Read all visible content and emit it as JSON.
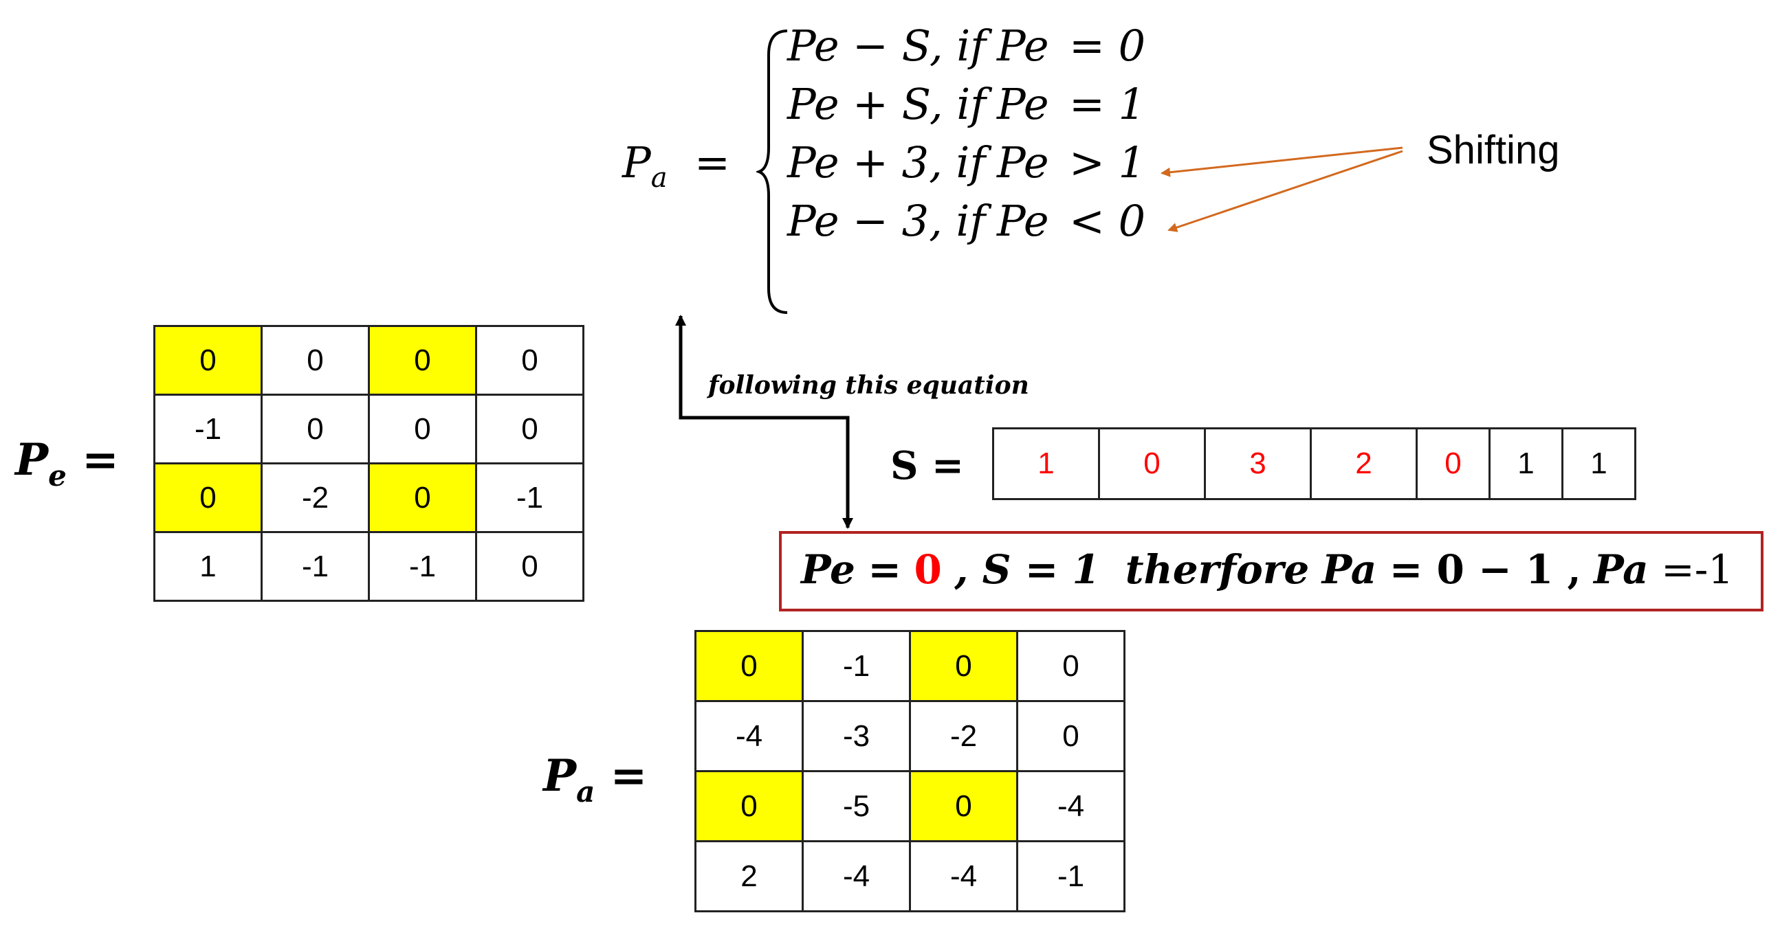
{
  "equation": {
    "lhs": "Pa =",
    "cases": [
      {
        "pe": "Pe",
        "op": "− S, if",
        "pe2": "Pe",
        "cond": "= 0"
      },
      {
        "pe": "Pe",
        "op": "+ S, if",
        "pe2": "Pe",
        "cond": "= 1"
      },
      {
        "pe": "Pe",
        "op": "+ 3, if",
        "pe2": "Pe",
        "cond": "> 1"
      },
      {
        "pe": "Pe",
        "op": "− 3, if",
        "pe2": "Pe",
        "cond": "< 0"
      }
    ]
  },
  "annotation": {
    "shifting": "Shifting",
    "following": "following this equation",
    "arrow_color": "#d2691e"
  },
  "pe_matrix": {
    "label": "Pe =",
    "rows": [
      [
        "0",
        "0",
        "0",
        "0"
      ],
      [
        "-1",
        "0",
        "0",
        "0"
      ],
      [
        "0",
        "-2",
        "0",
        "-1"
      ],
      [
        "1",
        "-1",
        "-1",
        "0"
      ]
    ],
    "highlight_color": "#ffff00"
  },
  "s_vector": {
    "label": "S =",
    "values": [
      "1",
      "0",
      "3",
      "2",
      "0",
      "1",
      "1"
    ],
    "red_color": "#ff0000"
  },
  "example": {
    "pe": "Pe",
    "eq1": "=",
    "zero": "0",
    "comma_s": ", S = 1",
    "therefore": "therfore",
    "pa": "Pa",
    "expr": "= 0 − 1 ,",
    "pa2": "Pa",
    "result": "=-1",
    "border_color": "#b22222"
  },
  "pa_matrix": {
    "label": "Pa =",
    "rows": [
      [
        "0",
        "-1",
        "0",
        "0"
      ],
      [
        "-4",
        "-3",
        "-2",
        "0"
      ],
      [
        "0",
        "-5",
        "0",
        "-4"
      ],
      [
        "2",
        "-4",
        "-4",
        "-1"
      ]
    ]
  }
}
